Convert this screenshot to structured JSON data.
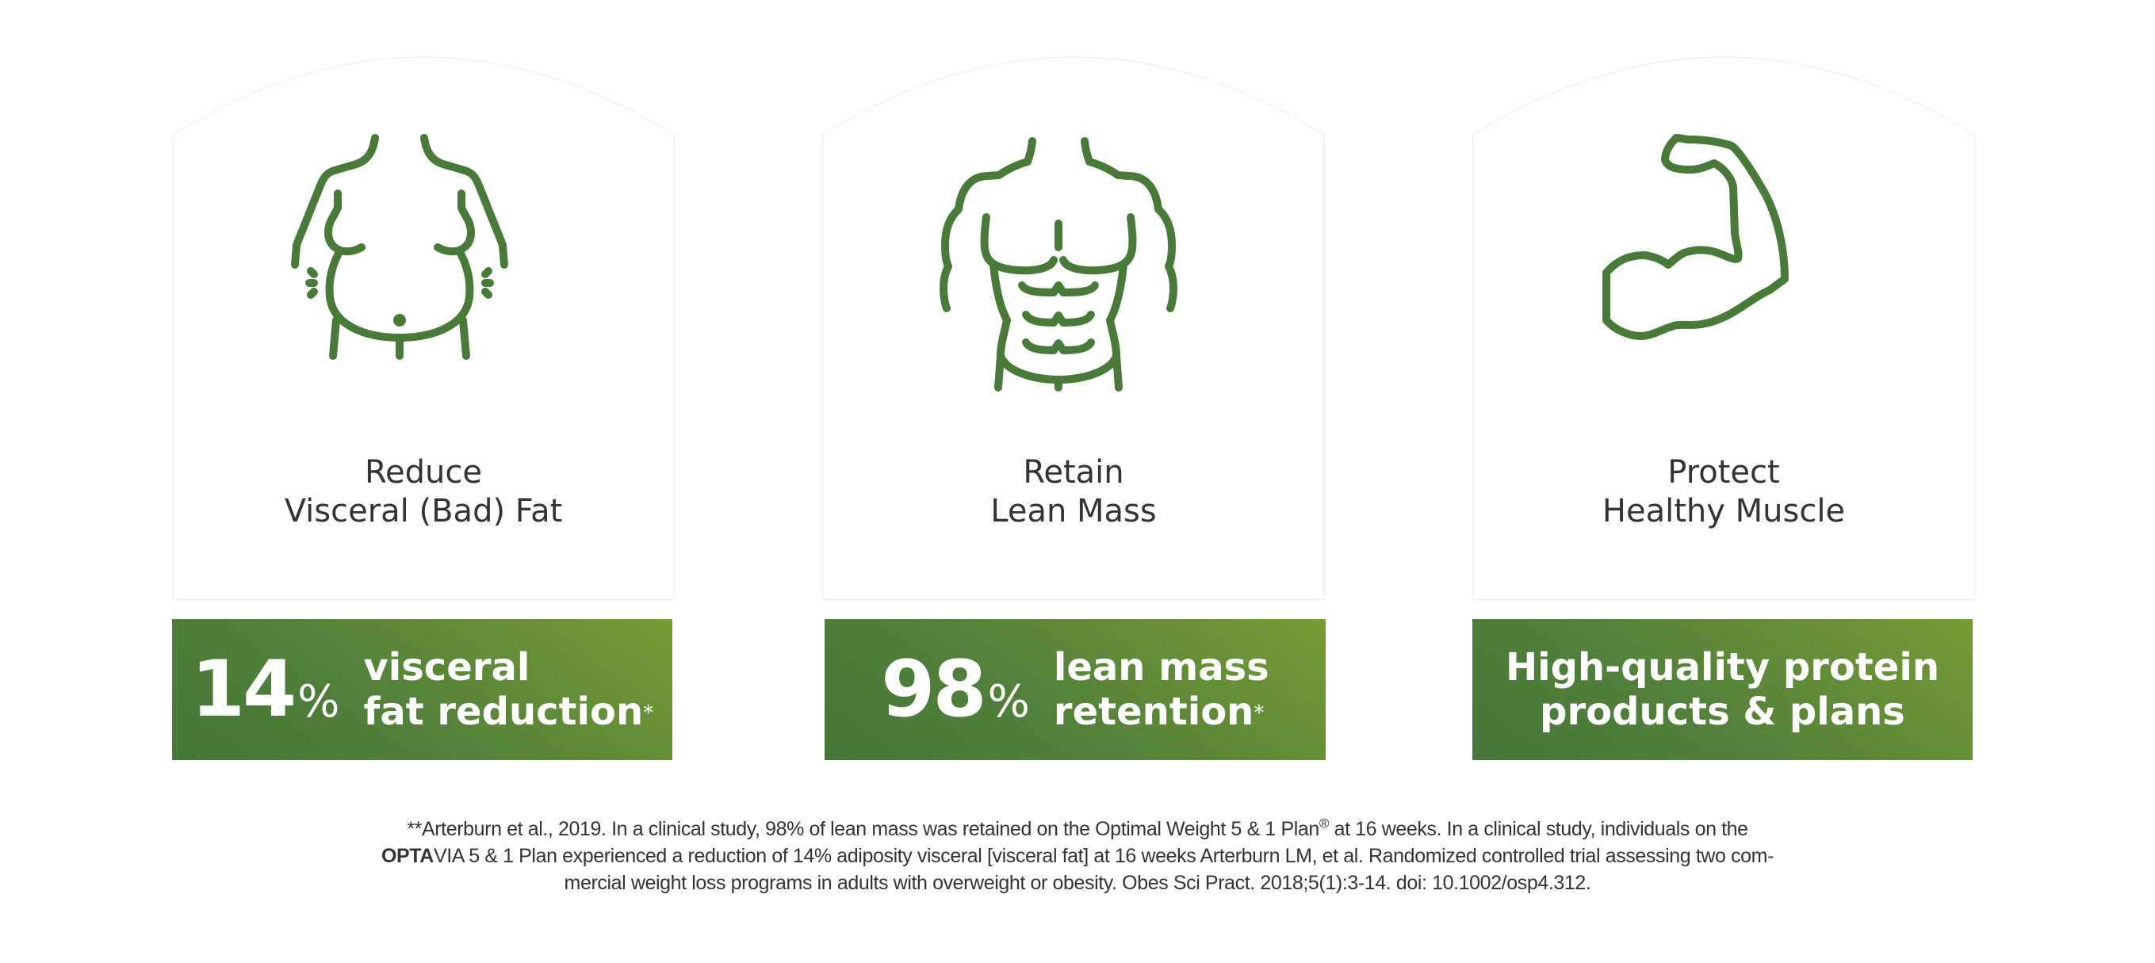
{
  "colors": {
    "icon_stroke": "#4a7a3a",
    "banner_gradient_start": "#46773a",
    "banner_gradient_end": "#769c36",
    "title_text": "#333333",
    "banner_text": "#ffffff"
  },
  "cards": [
    {
      "icon": "belly-torso-icon",
      "title_line1": "Reduce",
      "title_line2": "Visceral (Bad) Fat",
      "banner": {
        "number": "14",
        "percent": "%",
        "text_line1": "visceral",
        "text_line2": "fat reduction",
        "asterisk": "*"
      }
    },
    {
      "icon": "muscular-torso-icon",
      "title_line1": "Retain",
      "title_line2": "Lean Mass",
      "banner": {
        "number": "98",
        "percent": "%",
        "text_line1": "lean mass",
        "text_line2": "retention",
        "asterisk": "*"
      }
    },
    {
      "icon": "flexed-bicep-icon",
      "title_line1": "Protect",
      "title_line2": "Healthy Muscle",
      "banner": {
        "text_line1": "High-quality protein",
        "text_line2": "products & plans"
      }
    }
  ],
  "footnote": {
    "line1_pre": "**Arterburn et al., 2019. In a clinical study, 98% of lean mass was retained on the Optimal Weight 5 & 1 Plan",
    "line1_reg": "®",
    "line1_post": " at 16 weeks. In a clinical study, individuals on the",
    "line2_bold": "OPTA",
    "line2_rest": "VIA 5 & 1 Plan experienced a reduction of 14% adiposity visceral [visceral fat] at 16 weeks Arterburn LM, et al. Randomized controlled trial assessing two com-",
    "line3": "mercial weight loss programs in adults with overweight or obesity. Obes Sci Pract. 2018;5(1):3-14. doi: 10.1002/osp4.312."
  }
}
